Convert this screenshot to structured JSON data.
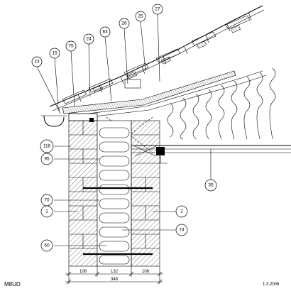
{
  "drawing": {
    "code": "M8UD",
    "date": "1.3.2006"
  },
  "callouts": [
    {
      "id": "c23",
      "label": "23"
    },
    {
      "id": "c15",
      "label": "15"
    },
    {
      "id": "c75",
      "label": "75"
    },
    {
      "id": "c24",
      "label": "24"
    },
    {
      "id": "c83",
      "label": "83"
    },
    {
      "id": "c26",
      "label": "26"
    },
    {
      "id": "c25",
      "label": "25"
    },
    {
      "id": "c27",
      "label": "27"
    },
    {
      "id": "c118",
      "label": "118"
    },
    {
      "id": "c95",
      "label": "95"
    },
    {
      "id": "c35",
      "label": "35"
    },
    {
      "id": "c70",
      "label": "70"
    },
    {
      "id": "c1",
      "label": "1"
    },
    {
      "id": "c2",
      "label": "2"
    },
    {
      "id": "c74",
      "label": "74"
    },
    {
      "id": "c60",
      "label": "60"
    }
  ],
  "dimensions": {
    "segments": [
      "108",
      "132",
      "108"
    ],
    "total": "348"
  }
}
